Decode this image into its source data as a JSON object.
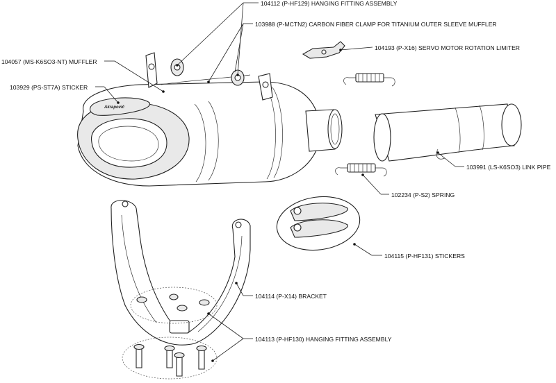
{
  "callouts": [
    {
      "id": "c1",
      "text": "104112 (P-HF129) HANGING FITTING ASSEMBLY"
    },
    {
      "id": "c2",
      "text": "103988 (P-MCTN2) CARBON FIBER CLAMP FOR TITANIUM OUTER SLEEVE MUFFLER"
    },
    {
      "id": "c3",
      "text": "104057 (MS-K6SO3-NT) MUFFLER"
    },
    {
      "id": "c4",
      "text": "104193 (P-X16) SERVO MOTOR ROTATION LIMITER"
    },
    {
      "id": "c5",
      "text": "103929 (PS-ST7A) STICKER"
    },
    {
      "id": "c6",
      "text": "103991 (LS-K6SO3) LINK PIPE"
    },
    {
      "id": "c7",
      "text": "102234 (P-S2) SPRING"
    },
    {
      "id": "c8",
      "text": "104115 (P-HF131) STICKERS"
    },
    {
      "id": "c9",
      "text": "104114 (P-X14) BRACKET"
    },
    {
      "id": "c10",
      "text": "104113 (P-HF130) HANGING FITTING ASSEMBLY"
    }
  ]
}
